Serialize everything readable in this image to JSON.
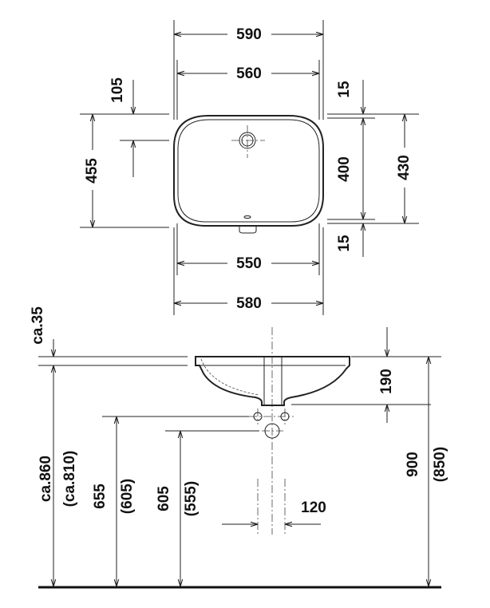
{
  "top_view": {
    "width_overall": "590",
    "width_inner_top": "560",
    "width_inner_bottom": "550",
    "width_outer_bottom": "580",
    "drain_offset": "105",
    "depth_overall": "455",
    "rim_top": "15",
    "rim_bottom": "15",
    "bowl_depth": "400",
    "depth_outer": "430"
  },
  "side_view": {
    "rim_thickness": "ca.35",
    "bowl_height": "190",
    "height_rim": "ca.860",
    "height_rim_alt": "(ca.810)",
    "height_holes": "655",
    "height_holes_alt": "(605)",
    "height_drain": "605",
    "height_drain_alt": "(555)",
    "hole_spacing": "120",
    "height_total": "900",
    "height_total_alt": "(850)"
  }
}
